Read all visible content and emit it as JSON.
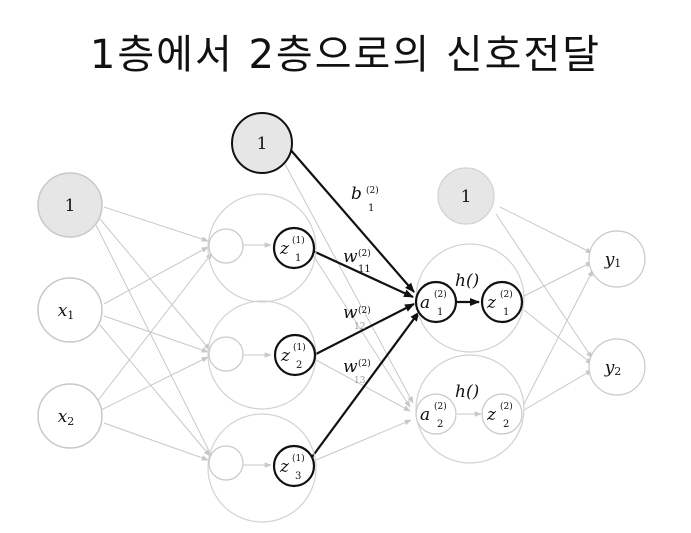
{
  "title": "1층에서 2층으로의 신호전달",
  "colors": {
    "active": "#111111",
    "inactive": "#c8c8c8",
    "bias_fill": "#e6e6e6",
    "background": "#ffffff"
  },
  "layer0": {
    "bias": "1",
    "x1": {
      "base": "x",
      "sub": "1"
    },
    "x2": {
      "base": "x",
      "sub": "2"
    }
  },
  "layer1": {
    "bias": "1",
    "nodes": [
      {
        "base": "z",
        "sup": "(1)",
        "sub": "1"
      },
      {
        "base": "z",
        "sup": "(1)",
        "sub": "2"
      },
      {
        "base": "z",
        "sup": "(1)",
        "sub": "3"
      }
    ]
  },
  "layer2": {
    "bias": "1",
    "nodes": [
      {
        "a_base": "a",
        "a_sup": "(2)",
        "a_sub": "1",
        "z_base": "z",
        "z_sup": "(2)",
        "z_sub": "1",
        "func": "h()"
      },
      {
        "a_base": "a",
        "a_sup": "(2)",
        "a_sub": "2",
        "z_base": "z",
        "z_sup": "(2)",
        "z_sub": "2",
        "func": "h()"
      }
    ]
  },
  "weights": {
    "b": {
      "base": "b",
      "sup": "(2)",
      "sub": "1"
    },
    "w11": {
      "base": "w",
      "sup": "(2)",
      "sub": "11"
    },
    "w12": {
      "base": "w",
      "sup": "(2)",
      "sub": "12"
    },
    "w13": {
      "base": "w",
      "sup": "(2)",
      "sub": "13"
    }
  },
  "outputs": [
    {
      "base": "y",
      "sub": "1"
    },
    {
      "base": "y",
      "sub": "2"
    }
  ]
}
